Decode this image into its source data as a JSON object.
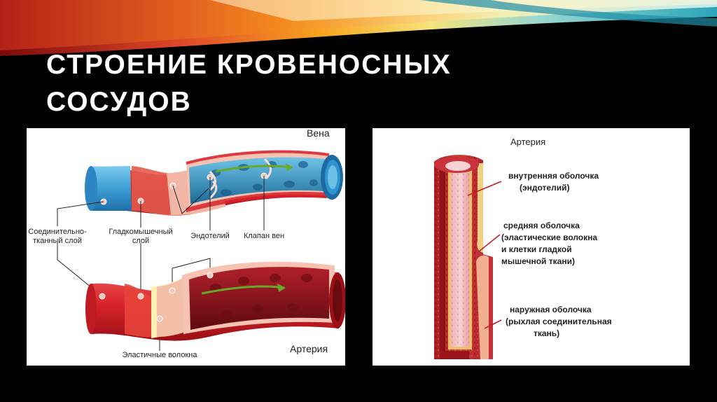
{
  "slide": {
    "title_line1": "СТРОЕНИЕ КРОВЕНОСНЫХ",
    "title_line2": "СОСУДОВ"
  },
  "vessels_figure": {
    "vein_title": "Вена",
    "artery_title": "Артерия",
    "labels": {
      "connective_1": "Соединительно-",
      "connective_2": "тканный слой",
      "smooth_1": "Гладкомышечный",
      "smooth_2": "слой",
      "endothelium": "Эндотелий",
      "valve": "Клапан вен",
      "elastic": "Эластичные волокна"
    }
  },
  "artery_figure": {
    "title": "Артерия",
    "inner_1": "внутренняя оболочка",
    "inner_2": "(эндотелий)",
    "middle_1": "средняя оболочка",
    "middle_2": "(эластические волокна",
    "middle_3": "и клетки гладкой",
    "middle_4": "мышечной ткани)",
    "outer_1": "наружная оболочка",
    "outer_2": "(рыхлая соединительная",
    "outer_3": "ткань)"
  },
  "colors": {
    "background": "#000000",
    "vein_blue": "#3b9fd6",
    "artery_red": "#d8222a",
    "wall_pink": "#f2b6a6",
    "blood_dark": "#8c1018"
  }
}
